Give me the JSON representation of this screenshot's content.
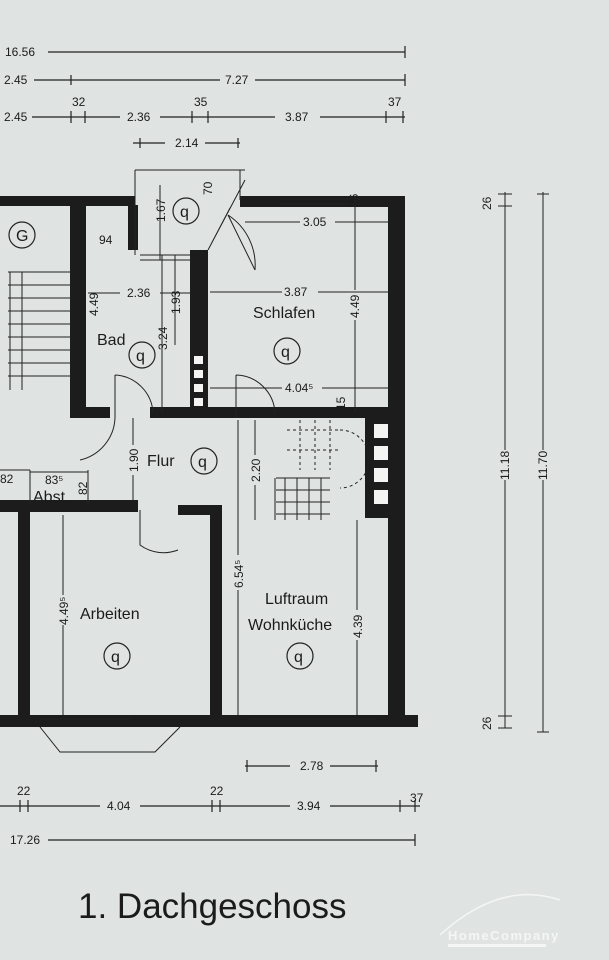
{
  "title": "1. Dachgeschoss",
  "watermark": "HomeCompany",
  "rooms": {
    "schlafen": "Schlafen",
    "bad": "Bad",
    "flur": "Flur",
    "arbeiten": "Arbeiten",
    "luftraum": "Luftraum",
    "wohnkueche": "Wohnküche",
    "abst": "Abst.",
    "floor_symbol": "q",
    "gas_symbol": "G"
  },
  "dims_top": {
    "total": "16.56",
    "row2_left": "2.45",
    "row2_right": "7.27",
    "row3_left": "2.45",
    "row3_a": "32",
    "row3_mid": "2.36",
    "row3_b": "35",
    "row3_right": "3.87",
    "row3_c": "37",
    "row4": "2.14"
  },
  "dims_inner": {
    "schlafen_top": "3.05",
    "schlafen_width": "3.87",
    "schlafen_depth": "4.49",
    "schlafen_bottom": "4.04⁵",
    "wall_15": "15",
    "wall_26": "26",
    "d94": "94",
    "d167": "1.67",
    "d70": "70",
    "bad_width": "2.36",
    "bad_depth": "4.49",
    "d193": "1.93",
    "d324": "3.24",
    "flur": "1.90",
    "d220": "2.20",
    "d6545": "6.54⁵",
    "arbeiten_depth": "4.49⁵",
    "luftraum_depth": "4.39",
    "abst_width": "83⁵",
    "abst_depth": "82",
    "left_82": "82"
  },
  "dims_right": {
    "top": "26",
    "inner": "11.18",
    "bottom": "26",
    "total": "11.70"
  },
  "dims_bottom": {
    "d278": "2.78",
    "a": "22",
    "left": "4.04",
    "b": "22",
    "right": "3.94",
    "c": "37",
    "total": "17.26"
  }
}
